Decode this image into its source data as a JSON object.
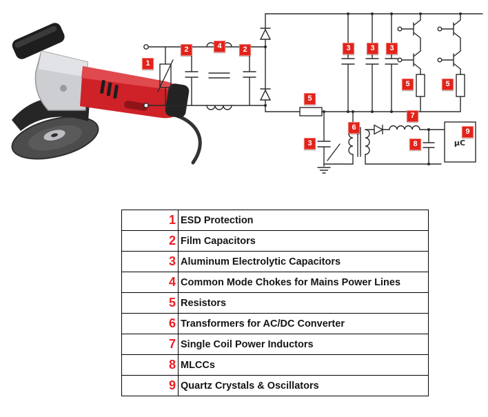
{
  "page": {
    "background_color": "#ffffff",
    "accent_red": "#e2231a",
    "line_color": "#2a2a2a"
  },
  "schematic": {
    "mcu_label": "µC",
    "marker_color": "#e2231a",
    "markers": [
      {
        "label": "1"
      },
      {
        "label": "2"
      },
      {
        "label": "4"
      },
      {
        "label": "2"
      },
      {
        "label": "3"
      },
      {
        "label": "3"
      },
      {
        "label": "3"
      },
      {
        "label": "5"
      },
      {
        "label": "5"
      },
      {
        "label": "5"
      },
      {
        "label": "3"
      },
      {
        "label": "6"
      },
      {
        "label": "7"
      },
      {
        "label": "8"
      },
      {
        "label": "9"
      }
    ]
  },
  "legend": {
    "rows": [
      {
        "num": "1",
        "label": "ESD Protection"
      },
      {
        "num": "2",
        "label": "Film Capacitors"
      },
      {
        "num": "3",
        "label": "Aluminum Electrolytic Capacitors"
      },
      {
        "num": "4",
        "label": "Common Mode Chokes for Mains Power Lines"
      },
      {
        "num": "5",
        "label": "Resistors"
      },
      {
        "num": "6",
        "label": "Transformers for AC/DC Converter"
      },
      {
        "num": "7",
        "label": "Single Coil Power Inductors"
      },
      {
        "num": "8",
        "label": "MLCCs"
      },
      {
        "num": "9",
        "label": "Quartz Crystals & Oscillators"
      }
    ]
  }
}
